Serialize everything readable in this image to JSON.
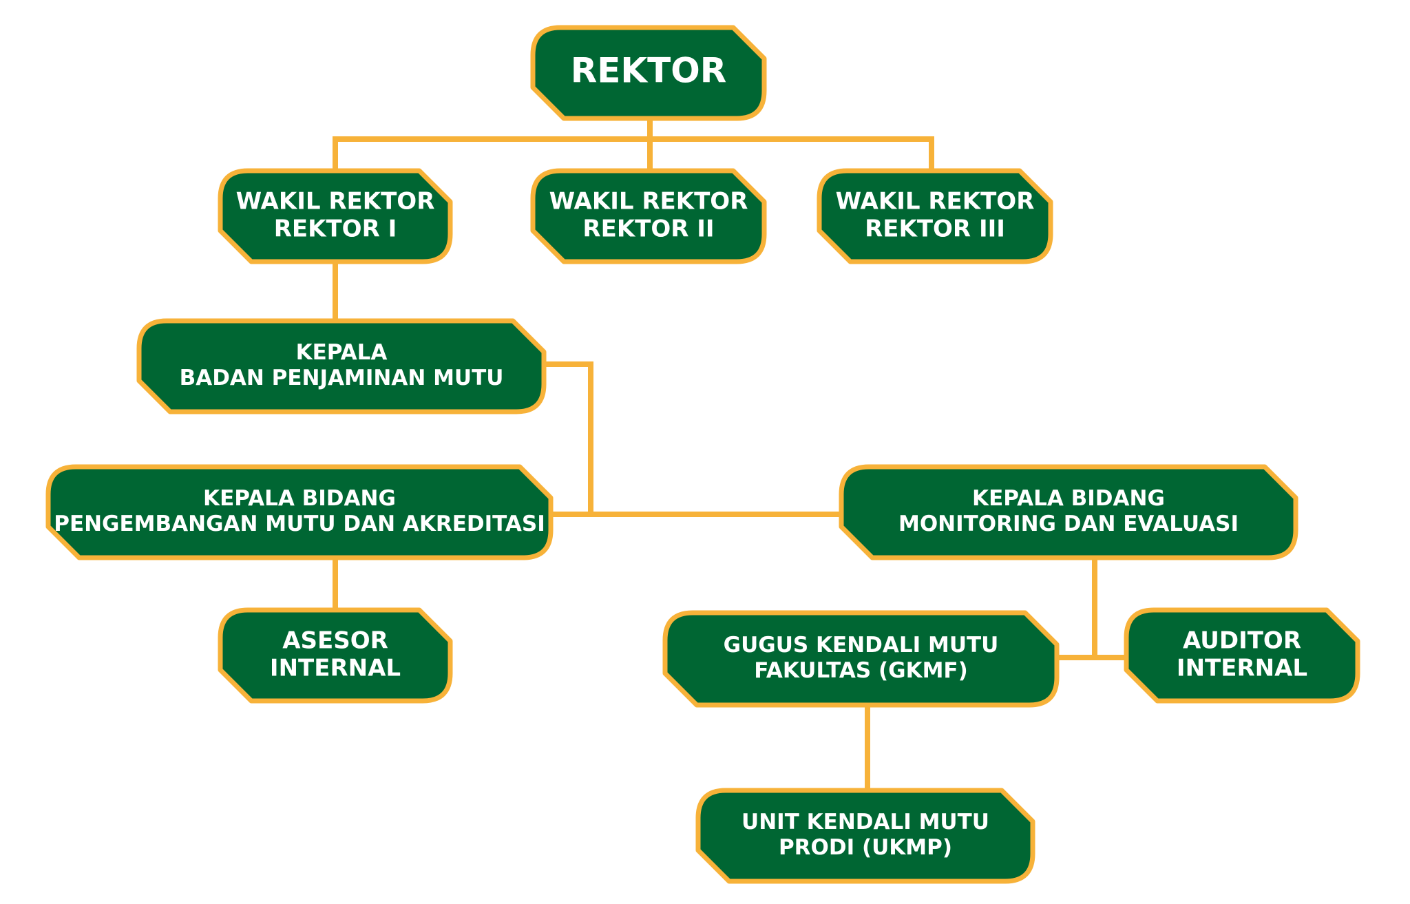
{
  "colors": {
    "box_fill": "#006633",
    "border": "#F7B239",
    "text": "#FFFFFF",
    "background": "#FFFFFF"
  },
  "nodes": {
    "rektor": {
      "lines": [
        "REKTOR"
      ]
    },
    "wr1": {
      "lines": [
        "WAKIL REKTOR",
        "REKTOR I"
      ]
    },
    "wr2": {
      "lines": [
        "WAKIL REKTOR",
        "REKTOR II"
      ]
    },
    "wr3": {
      "lines": [
        "WAKIL REKTOR",
        "REKTOR III"
      ]
    },
    "bpm": {
      "lines": [
        "KEPALA",
        "BADAN PENJAMINAN MUTU"
      ]
    },
    "pma": {
      "lines": [
        "KEPALA BIDANG",
        "PENGEMBANGAN MUTU DAN AKREDITASI"
      ]
    },
    "monev": {
      "lines": [
        "KEPALA BIDANG",
        "MONITORING DAN EVALUASI"
      ]
    },
    "asesor": {
      "lines": [
        "ASESOR",
        "INTERNAL"
      ]
    },
    "gkmf": {
      "lines": [
        "GUGUS KENDALI MUTU",
        "FAKULTAS (GKMF)"
      ]
    },
    "auditor": {
      "lines": [
        "AUDITOR",
        "INTERNAL"
      ]
    },
    "ukmp": {
      "lines": [
        "UNIT KENDALI MUTU",
        "PRODI (UKMP)"
      ]
    }
  }
}
